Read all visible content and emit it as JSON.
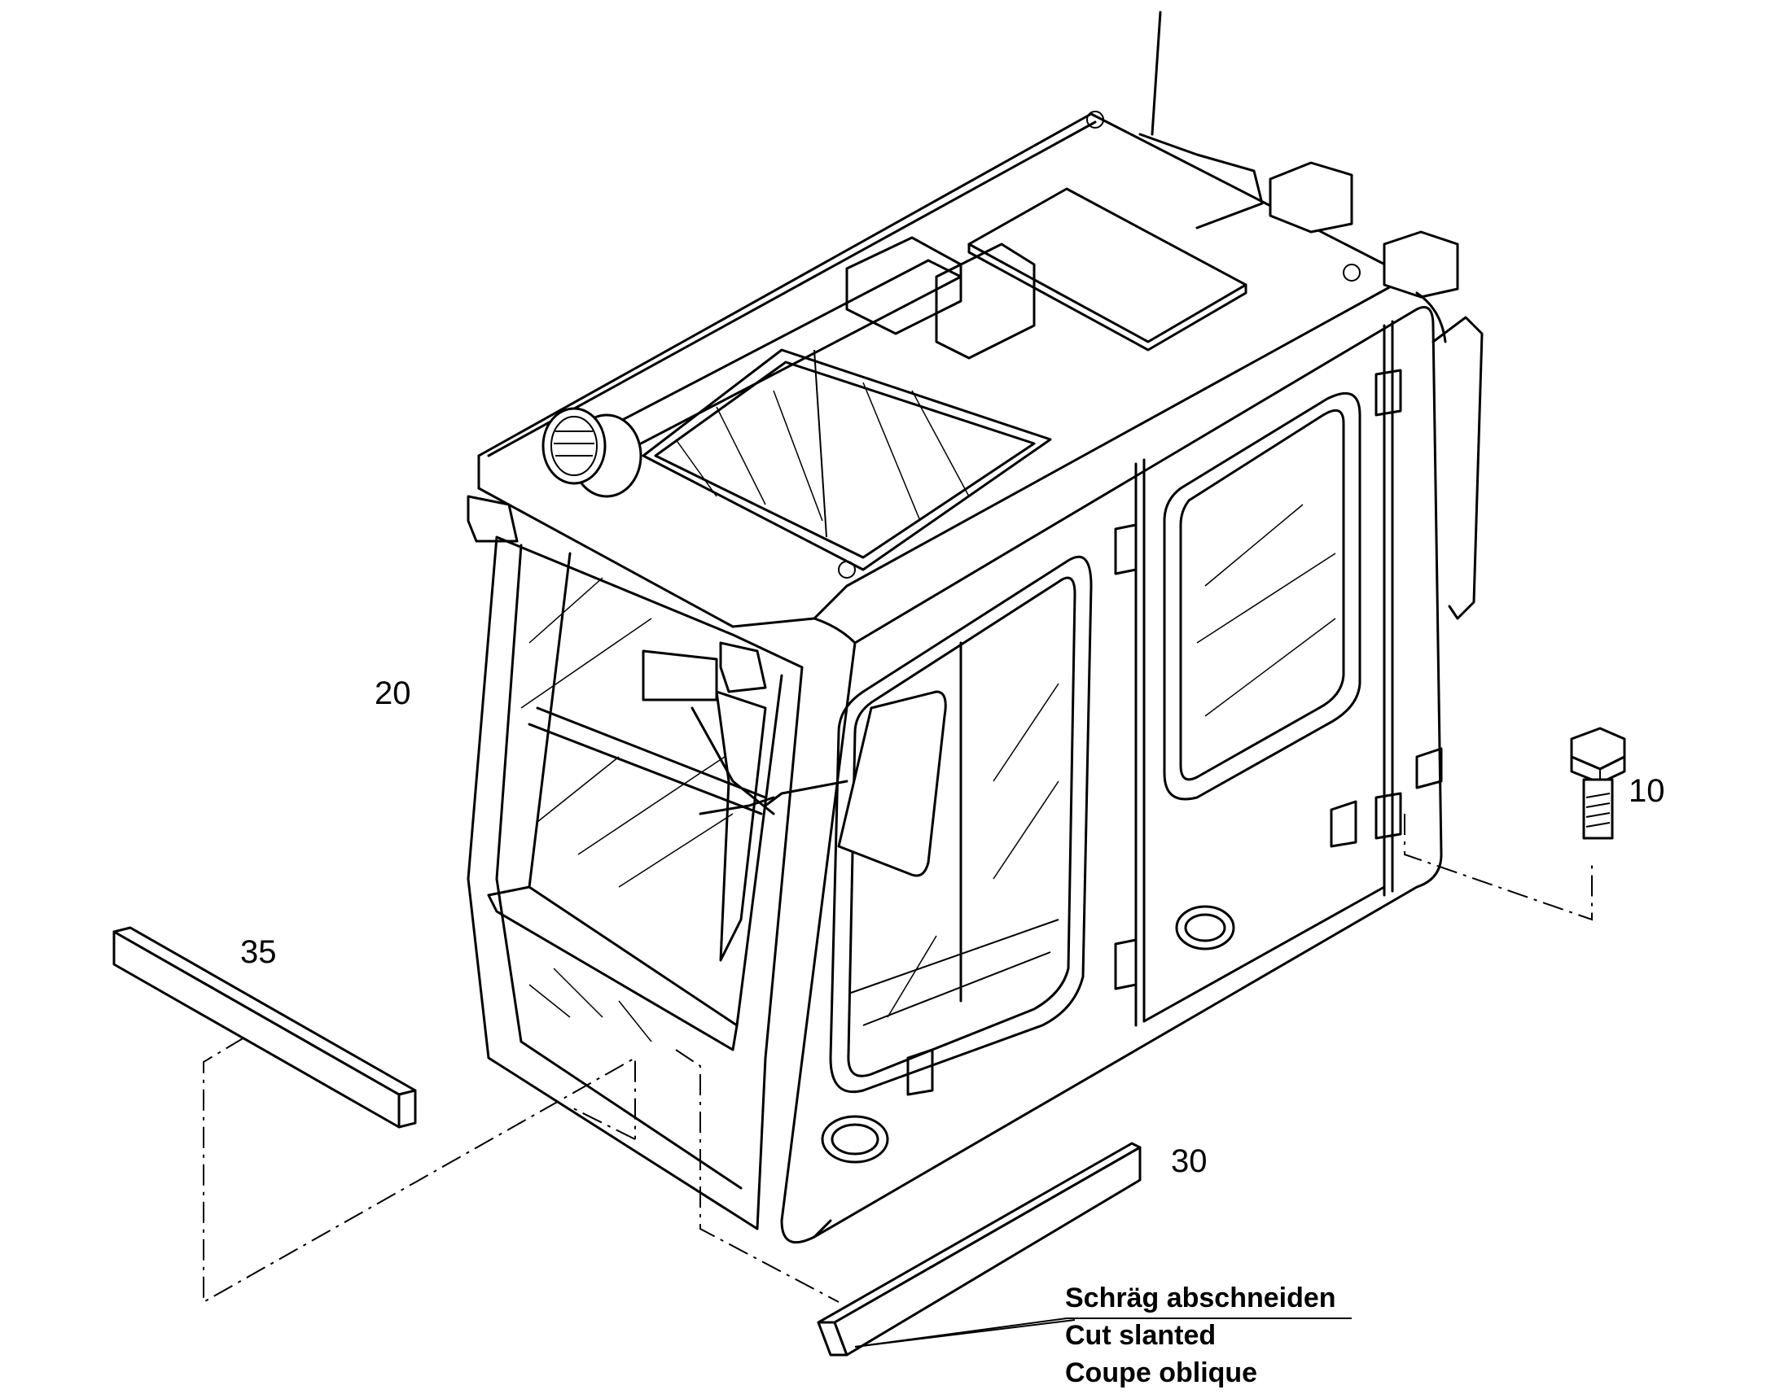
{
  "callouts": {
    "bolt": "10",
    "cab": "20",
    "strip_right": "30",
    "strip_left": "35"
  },
  "note": {
    "line_de": "Schräg abschneiden",
    "line_en": "Cut slanted",
    "line_fr": "Coupe oblique"
  }
}
